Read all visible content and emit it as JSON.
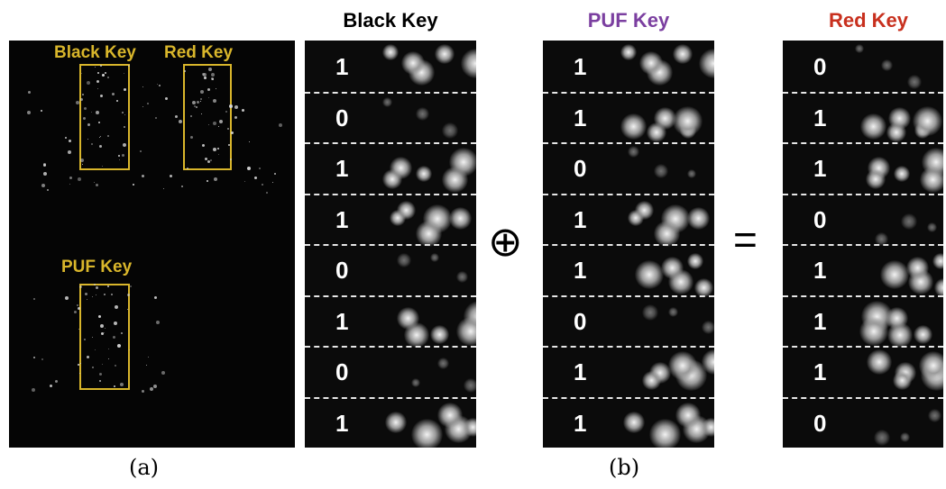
{
  "overview": {
    "labels": {
      "black_key": "Black Key",
      "red_key": "Red Key",
      "puf_key": "PUF Key"
    },
    "label_color": "#d9b62b"
  },
  "strips": [
    {
      "title": "Black Key",
      "title_color": "#000000",
      "bits": [
        "1",
        "0",
        "1",
        "1",
        "0",
        "1",
        "0",
        "1"
      ]
    },
    {
      "title": "PUF Key",
      "title_color": "#7b3fa0",
      "bits": [
        "1",
        "1",
        "0",
        "1",
        "1",
        "0",
        "1",
        "1"
      ]
    },
    {
      "title": "Red Key",
      "title_color": "#c8301e",
      "bits": [
        "0",
        "1",
        "1",
        "0",
        "1",
        "1",
        "1",
        "0"
      ]
    }
  ],
  "operators": {
    "xor": "⊕",
    "equals": "="
  },
  "captions": {
    "a": "(a)",
    "b": "(b)"
  }
}
